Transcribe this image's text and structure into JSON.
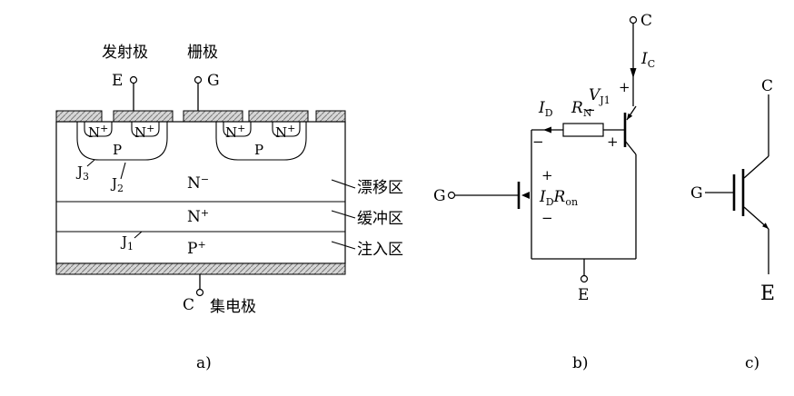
{
  "captions": {
    "a": "a)",
    "b": "b)",
    "c": "c)"
  },
  "panel_a": {
    "label_emitter_cn": "发射极",
    "label_gate_cn": "栅极",
    "label_collector_cn": "集电极",
    "term_e": "E",
    "term_g": "G",
    "term_c": "C",
    "sym": {
      "n": "N",
      "p": "P",
      "plus": "+",
      "minus": "−",
      "j": "J",
      "s1": "1",
      "s2": "2",
      "s3": "3"
    },
    "regions": {
      "drift": "漂移区",
      "buffer": "缓冲区",
      "injection": "注入区"
    }
  },
  "panel_b": {
    "term_c": "C",
    "term_g": "G",
    "term_e": "E",
    "i": "I",
    "sub_c": "C",
    "sub_d": "D",
    "r": "R",
    "sub_n": "N",
    "sub_on": "on",
    "v": "V",
    "sub_j1": "J1",
    "plus": "+",
    "minus": "−"
  },
  "panel_c": {
    "term_c": "C",
    "term_g": "G",
    "term_e": "E"
  }
}
